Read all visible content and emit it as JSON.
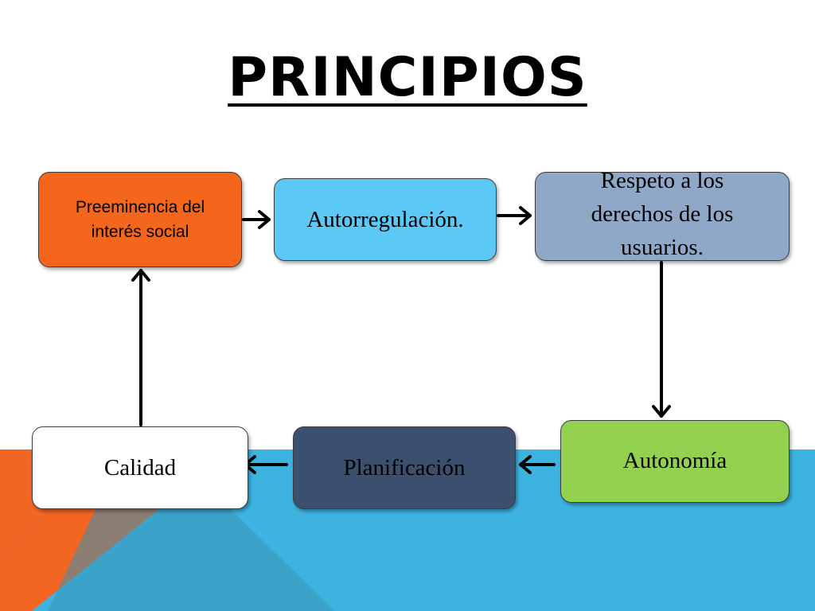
{
  "title": "PRINCIPIOS",
  "nodes": {
    "preeminencia": "Preeminencia del interés social",
    "autorregulacion": "Autorregulación.",
    "respeto": "Respeto a los derechos de los usuarios.",
    "autonomia": "Autonomía",
    "planificacion": "Planificación",
    "calidad": "Calidad"
  },
  "flow": [
    [
      "preeminencia",
      "autorregulacion"
    ],
    [
      "autorregulacion",
      "respeto"
    ],
    [
      "respeto",
      "autonomia"
    ],
    [
      "autonomia",
      "planificacion"
    ],
    [
      "planificacion",
      "calidad"
    ],
    [
      "calidad",
      "preeminencia"
    ]
  ],
  "colors": {
    "preeminencia": "#f4661b",
    "autorregulacion": "#5bc8f5",
    "respeto": "#8fa8c8",
    "autonomia": "#92d050",
    "planificacion": "#3a506e",
    "calidad": "#ffffff",
    "background_band_blue": "#3db3e0",
    "background_band_orange": "#f26522"
  }
}
